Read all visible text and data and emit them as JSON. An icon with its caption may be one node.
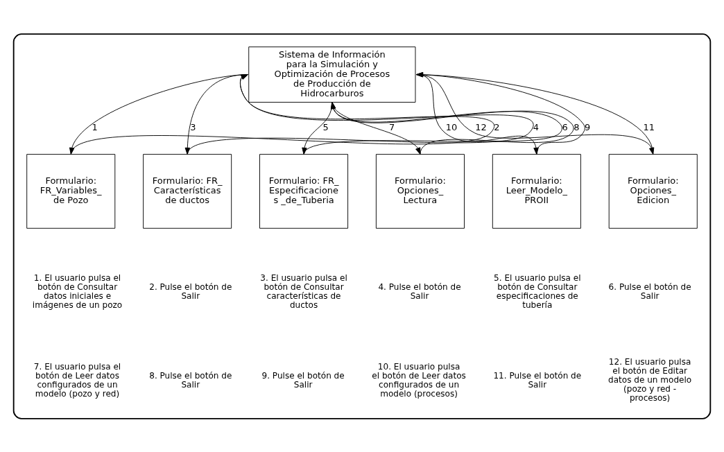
{
  "diagram": {
    "nodes": [
      {
        "text": [],
        "shape": "box"
      },
      {
        "text": [
          "Sistema de Información para la Simulación y Optimización de Procesos de Producción de Hidrocarburos"
        ],
        "in": 0
      },
      {
        "text": [
          "Formulario: FR_Variables_ de Pozo"
        ],
        "in": 0
      },
      {
        "text": [
          "Formulario: FR_ Características de ductos"
        ],
        "in": 0
      },
      {
        "text": [
          "Formulario: FR_ Especificaciones _de_Tuberia"
        ],
        "in": 0
      },
      {
        "text": [
          "Formulario: Opciones_ Lectura"
        ],
        "in": 0
      },
      {
        "text": [
          "Formulario: Leer_Modelo_ PROII"
        ],
        "in": 0
      },
      {
        "text": [
          "Formulario: Opciones_ Edicion"
        ],
        "in": 0
      }
    ],
    "edges": [
      {
        "from": 1,
        "to": 2,
        "arrow": "to",
        "label": "1"
      },
      {
        "from": 2,
        "to": 1,
        "arrow": "to",
        "label": "2"
      },
      {
        "from": 1,
        "to": 3,
        "arrow": "to",
        "label": "3"
      },
      {
        "from": 3,
        "to": 1,
        "arrow": "to",
        "label": "4"
      },
      {
        "from": 1,
        "to": 4,
        "arrow": "to",
        "label": "5"
      },
      {
        "from": 4,
        "to": 1,
        "arrow": "to",
        "label": "6"
      },
      {
        "from": 1,
        "to": 5,
        "arrow": "to",
        "label": "7"
      },
      {
        "from": 5,
        "to": 1,
        "arrow": "to",
        "label": "8"
      },
      {
        "from": 6,
        "to": 1,
        "arrow": "to",
        "label": "9"
      },
      {
        "from": 1,
        "to": 6,
        "arrow": "to",
        "label": "10"
      },
      {
        "from": 7,
        "to": 1,
        "arrow": "to",
        "label": "11"
      },
      {
        "from": 1,
        "to": 7,
        "arrow": "to",
        "label": "12"
      }
    ],
    "labels": [
      "1. El usuario pulsa el botón de Consultar datos iniciales e imágenes de un pozo",
      "2. Pulse el botón de Salir",
      "3. El usuario pulsa el botón de Consultar características de ductos",
      "4. Pulse el botón de Salir",
      "5. El usuario pulsa el botón de Consultar especificaciones de tubería",
      "6. Pulse el botón de Salir",
      "7. El usuario pulsa el botón de Leer datos configurados de un modelo (pozo y red)",
      "8. Pulse el botón de Salir",
      "9. Pulse el botón de Salir",
      "10. El usuario pulsa el botón de Leer datos configurados de un modelo (procesos)",
      "11. Pulse el botón de Salir",
      "12. El usuario pulsa el botón de Editar datos de un modelo (pozo y red - procesos)"
    ]
  }
}
